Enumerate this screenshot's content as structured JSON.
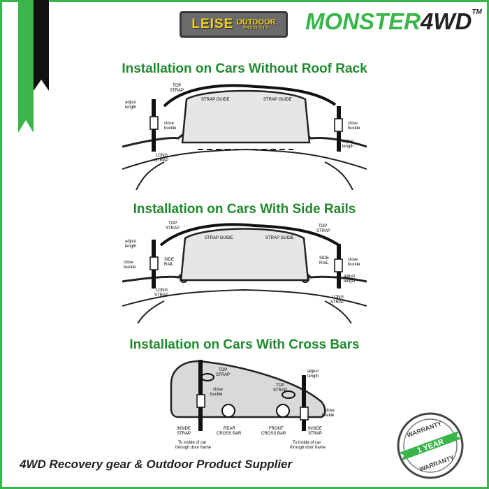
{
  "brand": {
    "leise_word": "LEISE",
    "leise_sub1": "OUTDOOR",
    "leise_sub2": "PRODUCTS",
    "monster_word1": "MONSTER",
    "monster_word2": "4WD",
    "monster_tm": "TM",
    "green": "#39b54a",
    "heading_green": "#1f8a2c"
  },
  "sections": [
    {
      "heading": "Installation on Cars Without Roof Rack",
      "labels": {
        "top_strap_1": "TOP",
        "top_strap_2": "STRAP",
        "adjust_1": "adjust",
        "adjust_2": "length",
        "strap_guide_left": "STRAP GUIDE",
        "strap_guide_right": "STRAP GUIDE",
        "close_1": "close",
        "close_2": "buckle",
        "close_r_1": "close",
        "close_r_2": "buckle",
        "adjust_r_1": "adjust",
        "adjust_r_2": "length",
        "long_1": "LONG",
        "long_2": "STRAP"
      }
    },
    {
      "heading": "Installation on Cars With Side Rails",
      "labels": {
        "top_l_1": "TOP",
        "top_l_2": "STRAP",
        "top_r_1": "TOP",
        "top_r_2": "STRAP",
        "adjust_1": "adjust",
        "adjust_2": "length",
        "strap_guide_left": "STRAP GUIDE",
        "strap_guide_right": "STRAP GUIDE",
        "close_l_1": "close",
        "close_l_2": "buckle",
        "side_l_1": "SIDE",
        "side_l_2": "RAIL",
        "side_r_1": "SIDE",
        "side_r_2": "RAIL",
        "close_r_1": "close",
        "close_r_2": "buckle",
        "adjust_r_1": "adjust",
        "adjust_r_2": "length",
        "long_l_1": "LONG",
        "long_l_2": "STRAP",
        "long_r_1": "LONG",
        "long_r_2": "STRAP"
      }
    },
    {
      "heading": "Installation on Cars With Cross Bars",
      "labels": {
        "top_l_1": "TOP",
        "top_l_2": "STRAP",
        "adjust_1": "adjust",
        "adjust_2": "length",
        "top_r_1": "TOP",
        "top_r_2": "STRAP",
        "close_l_1": "close",
        "close_l_2": "buckle",
        "close_r_1": "close",
        "close_r_2": "buckle",
        "inside_l_1": "INSIDE",
        "inside_l_2": "STRAP",
        "rear_1": "REAR",
        "rear_2": "CROSS BAR",
        "front_1": "FRONT",
        "front_2": "CROSS BAR",
        "inside_r_1": "INSIDE",
        "inside_r_2": "STRAP",
        "note_l_1": "To inside of car",
        "note_l_2": "through door frame",
        "note_r_1": "To inside of car",
        "note_r_2": "through door frame"
      }
    }
  ],
  "footer": {
    "tagline": "4WD Recovery gear & Outdoor Product Supplier",
    "badge_top": "WARRANTY",
    "badge_mid": "1 YEAR",
    "badge_bottom": "WARRANTY"
  }
}
